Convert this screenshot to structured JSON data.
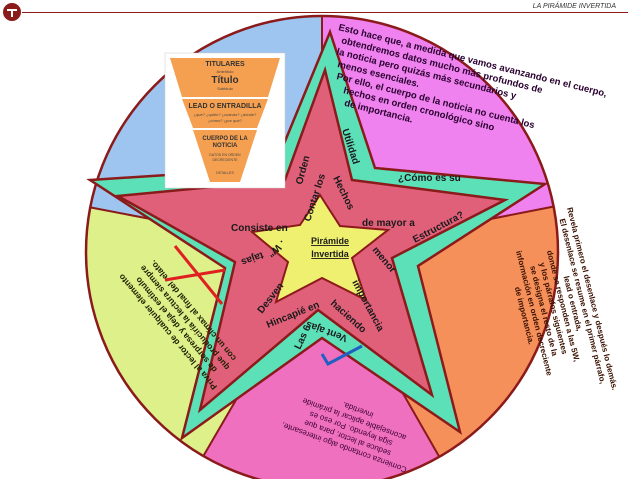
{
  "header": {
    "title": "LA PIRÁMIDE INVERTIDA"
  },
  "pyramid_image": {
    "titulares": "TITULARES",
    "antetitulo": "Antetítulo",
    "titulo": "Título",
    "subtitulo": "Subtítulo",
    "lead": "LEAD O ENTRADILLA",
    "lead_q1": "¿qué? ¿quién? ¿cuándo? ¿dónde?",
    "lead_q2": "¿cómo? ¿por qué?",
    "cuerpo": [
      "CUERPO DE LA",
      "NOTICIA"
    ],
    "datos": [
      "DATOS EN ORDEN",
      "DECRECIENTE"
    ],
    "detalles": "DETALLES"
  },
  "segments": {
    "top_right": [
      "Esto hace que, a medida que vamos avanzando en el cuerpo,",
      "obtendremos datos mucho más profundos de",
      "la noticia pero quizás más secundarios y",
      "menos esenciales.",
      "Por ello, el cuerpo de la noticia no cuenta los",
      "hechos en orden cronológico sino",
      "de importancia."
    ],
    "right": [
      "Revela primero el desenlace y después lo demás.",
      "El desenlace se resume en el primer párrafo,",
      "lead o entrada,",
      "donde se responden a las 5W,",
      "y los párrafos siguientes",
      "se designa el resto de la",
      "información en orden decreciente",
      "de importancia."
    ],
    "bottom": [
      "Comienza contando algo interesante,",
      "seduce al lector, para que",
      "siga leyendo. Por eso es",
      "aconsejable aplicar la pirámide",
      "invertida."
    ],
    "left": [
      "Priva al lector de cualquier elemento",
      "de sorpresa y deja el estímulo",
      "que produciría la lectura siempre",
      "con un clímax al final del relato."
    ]
  },
  "star_words": {
    "orden": "Orden",
    "utilidad": "Utilidad",
    "contar_los": "Contar los",
    "hechos": "Hechos",
    "como_es_su": "¿Cómo es su",
    "estructura": "Estructura?",
    "consiste_en": "Consiste en",
    "de_mayor_a": "de mayor a",
    "menor": "menor",
    "importancia": "importancia",
    "haciendo": "haciendo",
    "vent_ajas": "Vent ajas",
    "hincapie_en": "Hincapié en",
    "las_6": "Las 6",
    "w": ". W\"",
    "desven": "Desven",
    "tajas": "tajas"
  },
  "center": {
    "line1": "Pirámide",
    "line2": "Invertida"
  },
  "colors": {
    "top_left": "#9ec5f0",
    "top_right": "#f082f0",
    "right": "#f5905a",
    "bottom": "#f070c0",
    "left": "#ddf08a",
    "star_outer": "#5ce0b8",
    "star_middle": "#e0607a",
    "star_inner": "#f0f070",
    "border": "#8b1a1a",
    "cross": "#e02020",
    "check": "#2060c0"
  }
}
